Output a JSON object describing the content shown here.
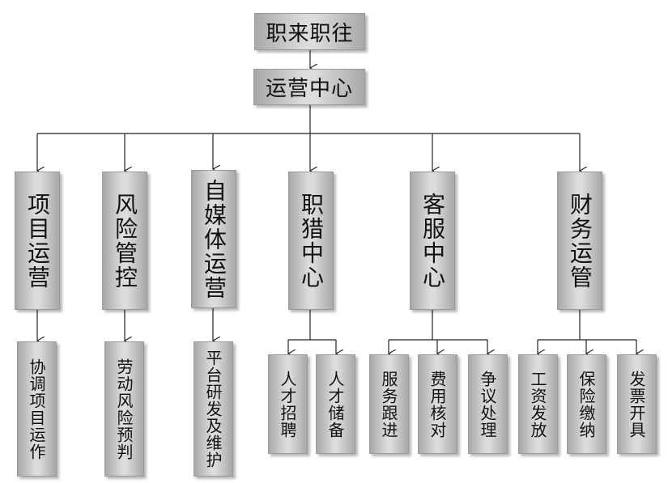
{
  "root": {
    "label": "职来职往"
  },
  "center": {
    "label": "运营中心"
  },
  "departments": [
    {
      "label": "项目运营",
      "tasks": [
        "协调项目运作"
      ]
    },
    {
      "label": "风险管控",
      "tasks": [
        "劳动风险预判"
      ]
    },
    {
      "label": "自媒体运营",
      "tasks": [
        "平台研发及维护"
      ]
    },
    {
      "label": "职猎中心",
      "tasks": [
        "人才招聘",
        "人才储备"
      ]
    },
    {
      "label": "客服中心",
      "tasks": [
        "服务跟进",
        "费用核对",
        "争议处理"
      ]
    },
    {
      "label": "财务运管",
      "tasks": [
        "工资发放",
        "保险缴纳",
        "发票开具"
      ]
    }
  ]
}
